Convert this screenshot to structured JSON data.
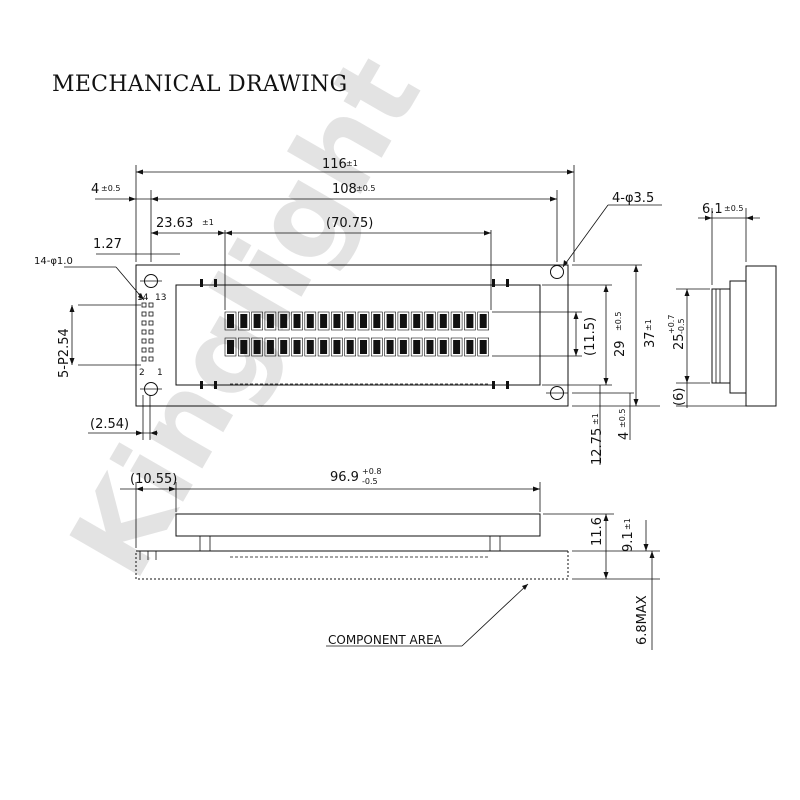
{
  "heading": "MECHANICAL DRAWING",
  "watermark": "Kinglight",
  "dims": {
    "overall_width": "116",
    "overall_width_tol": "±1",
    "hole_pitch": "108",
    "hole_pitch_tol": "±0.5",
    "hole_offset": "4",
    "hole_offset_tol": "±0.5",
    "va_offset": "23.63",
    "va_offset_tol": "±1",
    "aa_width": "(70.75)",
    "pin_offset": "1.27",
    "pin_holes": "14-φ1.0",
    "pin_first": "14",
    "pin_first_b": "13",
    "pin_last_a": "2",
    "pin_last_b": "1",
    "pin_pitch": "5-P2.54",
    "pin_spacing": "(2.54)",
    "mount_holes": "4-φ3.5",
    "aa_height": "(11.5)",
    "va_height": "29",
    "va_height_tol": "±0.5",
    "overall_height": "37",
    "overall_height_tol": "±1",
    "bottom_offset": "12.75",
    "bottom_offset_tol": "±1",
    "hole_bottom": "4",
    "hole_bottom_tol": "±0.5",
    "side_width": "6.1",
    "side_width_tol": "±0.5",
    "side_height": "25",
    "side_height_tol_plus": "+0.7",
    "side_height_tol_minus": "-0.5",
    "side_offset": "(6)",
    "front_offset": "(10.55)",
    "bezel_width": "96.9",
    "bezel_width_tol_plus": "+0.8",
    "bezel_width_tol_minus": "-0.5",
    "bezel_height": "11.6",
    "module_height": "9.1",
    "module_height_tol": "±1",
    "component_max": "6.8MAX",
    "component_area": "COMPONENT AREA"
  }
}
